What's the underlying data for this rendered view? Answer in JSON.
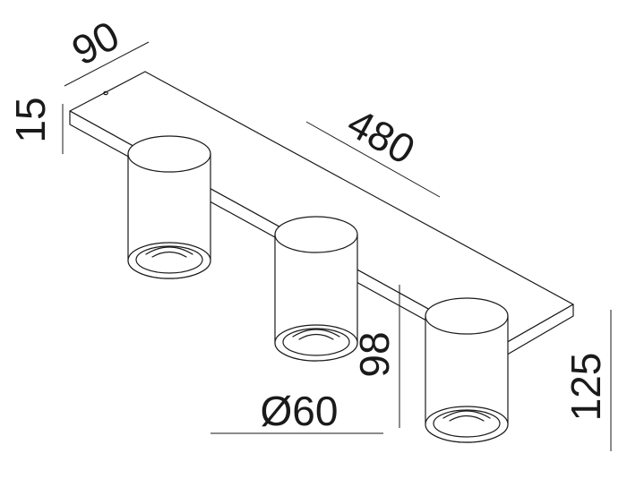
{
  "dimensions": {
    "depth": "90",
    "plate_thickness": "15",
    "length": "480",
    "spot_height": "98",
    "total_height": "125",
    "diameter": "Ø60"
  },
  "colors": {
    "line": "#1a1a1a",
    "background": "#ffffff"
  }
}
